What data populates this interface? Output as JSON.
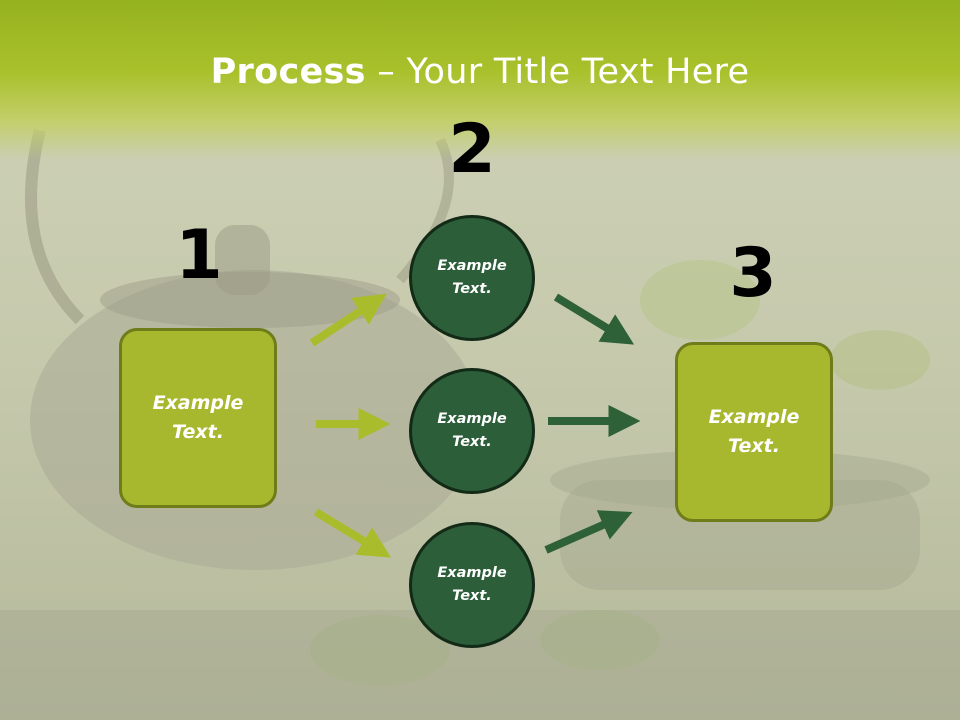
{
  "title": {
    "bold": "Process",
    "separator": " – ",
    "rest": "Your Title Text Here"
  },
  "steps": [
    {
      "number": "1",
      "text": "Example\nText."
    },
    {
      "number": "2",
      "texts": [
        "Example\nText.",
        "Example\nText.",
        "Example\nText."
      ]
    },
    {
      "number": "3",
      "text": "Example\nText."
    }
  ],
  "colors": {
    "title_band": "#9db825",
    "box_fill": "#a8b82e",
    "box_border": "#6e7d1a",
    "circle_fill": "#2c5e39",
    "circle_border": "#132a17",
    "arrow_light": "#a9bd2c",
    "arrow_dark": "#2f6138"
  }
}
